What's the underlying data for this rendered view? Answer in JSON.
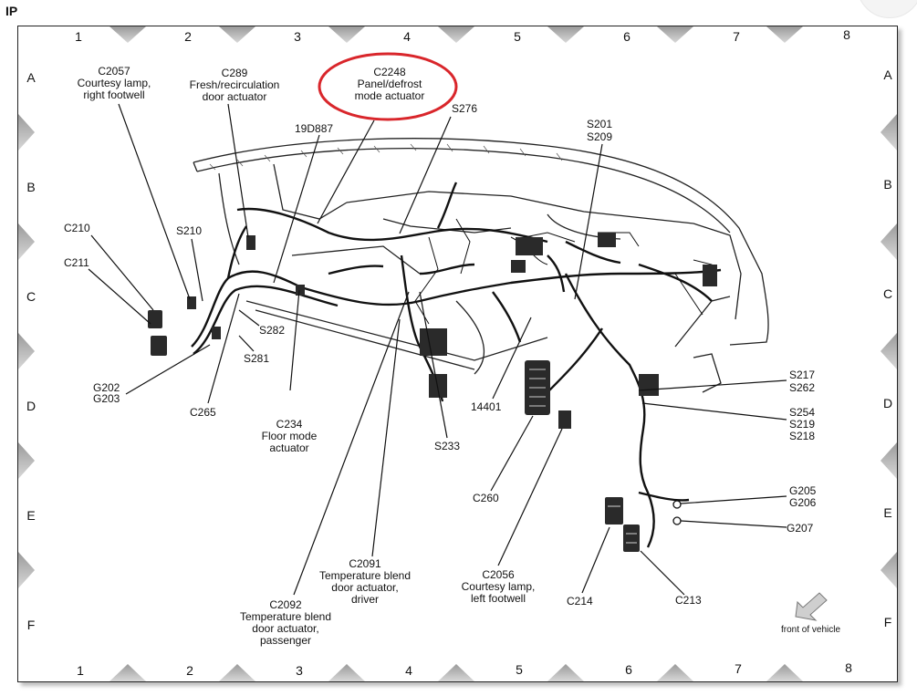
{
  "page_tag": "IP",
  "grid": {
    "columns": [
      "1",
      "2",
      "3",
      "4",
      "5",
      "6",
      "7",
      "8"
    ],
    "rows": [
      "A",
      "B",
      "C",
      "D",
      "E",
      "F"
    ]
  },
  "highlight_color": "#d9262b",
  "labels": {
    "c2057": [
      "C2057",
      "Courtesy lamp,",
      "right footwell"
    ],
    "c289": [
      "C289",
      "Fresh/recirculation",
      "door actuator"
    ],
    "c2248": [
      "C2248",
      "Panel/defrost",
      "mode actuator"
    ],
    "s276": "S276",
    "d19d887": "19D887",
    "s201": "S201",
    "s209": "S209",
    "c210": "C210",
    "s210": "S210",
    "c211": "C211",
    "s282": "S282",
    "s281": "S281",
    "g202": "G202",
    "g203": "G203",
    "c265": "C265",
    "c234": [
      "C234",
      "Floor mode",
      "actuator"
    ],
    "s233": "S233",
    "n14401": "14401",
    "s217": "S217",
    "s262": "S262",
    "s254": "S254",
    "s219": "S219",
    "s218": "S218",
    "c260": "C260",
    "g205": "G205",
    "g206": "G206",
    "g207": "G207",
    "c2091": [
      "C2091",
      "Temperature blend",
      "door actuator,",
      "driver"
    ],
    "c2056": [
      "C2056",
      "Courtesy lamp,",
      "left footwell"
    ],
    "c214": "C214",
    "c213": "C213",
    "c2092": [
      "C2092",
      "Temperature blend",
      "door actuator,",
      "passenger"
    ],
    "front_of_vehicle": "front of vehicle"
  }
}
